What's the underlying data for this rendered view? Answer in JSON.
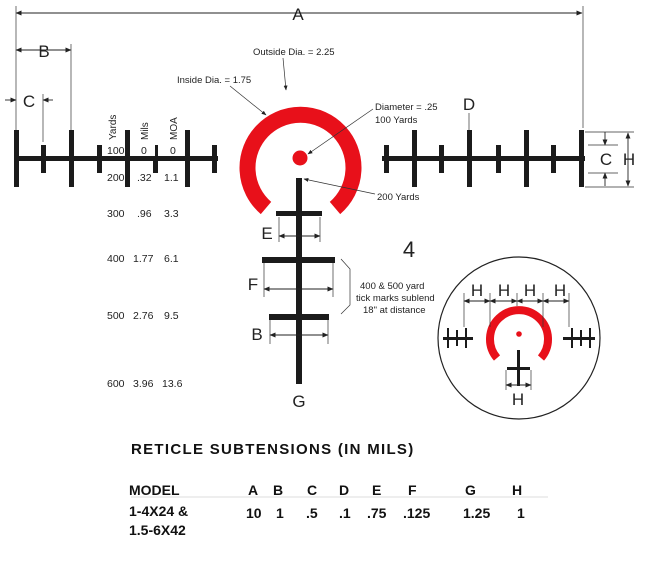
{
  "dimension_letters": {
    "A": "A",
    "B": "B",
    "C": "C",
    "D": "D",
    "E": "E",
    "F": "F",
    "G": "G",
    "H": "H"
  },
  "callouts": {
    "outside_dia": "Outside Dia. = 2.25",
    "inside_dia": "Inside Dia. = 1.75",
    "diameter": "Diameter = .25",
    "diameter_range": "100 Yards",
    "range_200": "200 Yards",
    "ticks_line1": "400 & 500 yard",
    "ticks_line2": "tick marks sublend",
    "ticks_line3": "18\" at distance"
  },
  "range_table": {
    "headers": [
      "Yards",
      "Mils",
      "MOA"
    ],
    "rows": [
      [
        "100",
        "0",
        "0"
      ],
      [
        "200",
        ".32",
        "1.1"
      ],
      [
        "300",
        ".96",
        "3.3"
      ],
      [
        "400",
        "1.77",
        "6.1"
      ],
      [
        "500",
        "2.76",
        "9.5"
      ],
      [
        "600",
        "3.96",
        "13.6"
      ]
    ]
  },
  "inset": {
    "number": "4"
  },
  "subtension_table": {
    "title": "RETICLE SUBTENSIONS (IN MILS)",
    "model_label": "MODEL",
    "model_lines": [
      "1-4X24 &",
      "1.5-6X42"
    ],
    "columns": [
      "A",
      "B",
      "C",
      "D",
      "E",
      "F",
      "G",
      "H"
    ],
    "values": [
      "10",
      "1",
      ".5",
      ".1",
      ".75",
      ".125",
      "1.25",
      "1"
    ]
  },
  "colors": {
    "reticle_red": "#e8101a",
    "reticle_black": "#1b1b1b"
  }
}
